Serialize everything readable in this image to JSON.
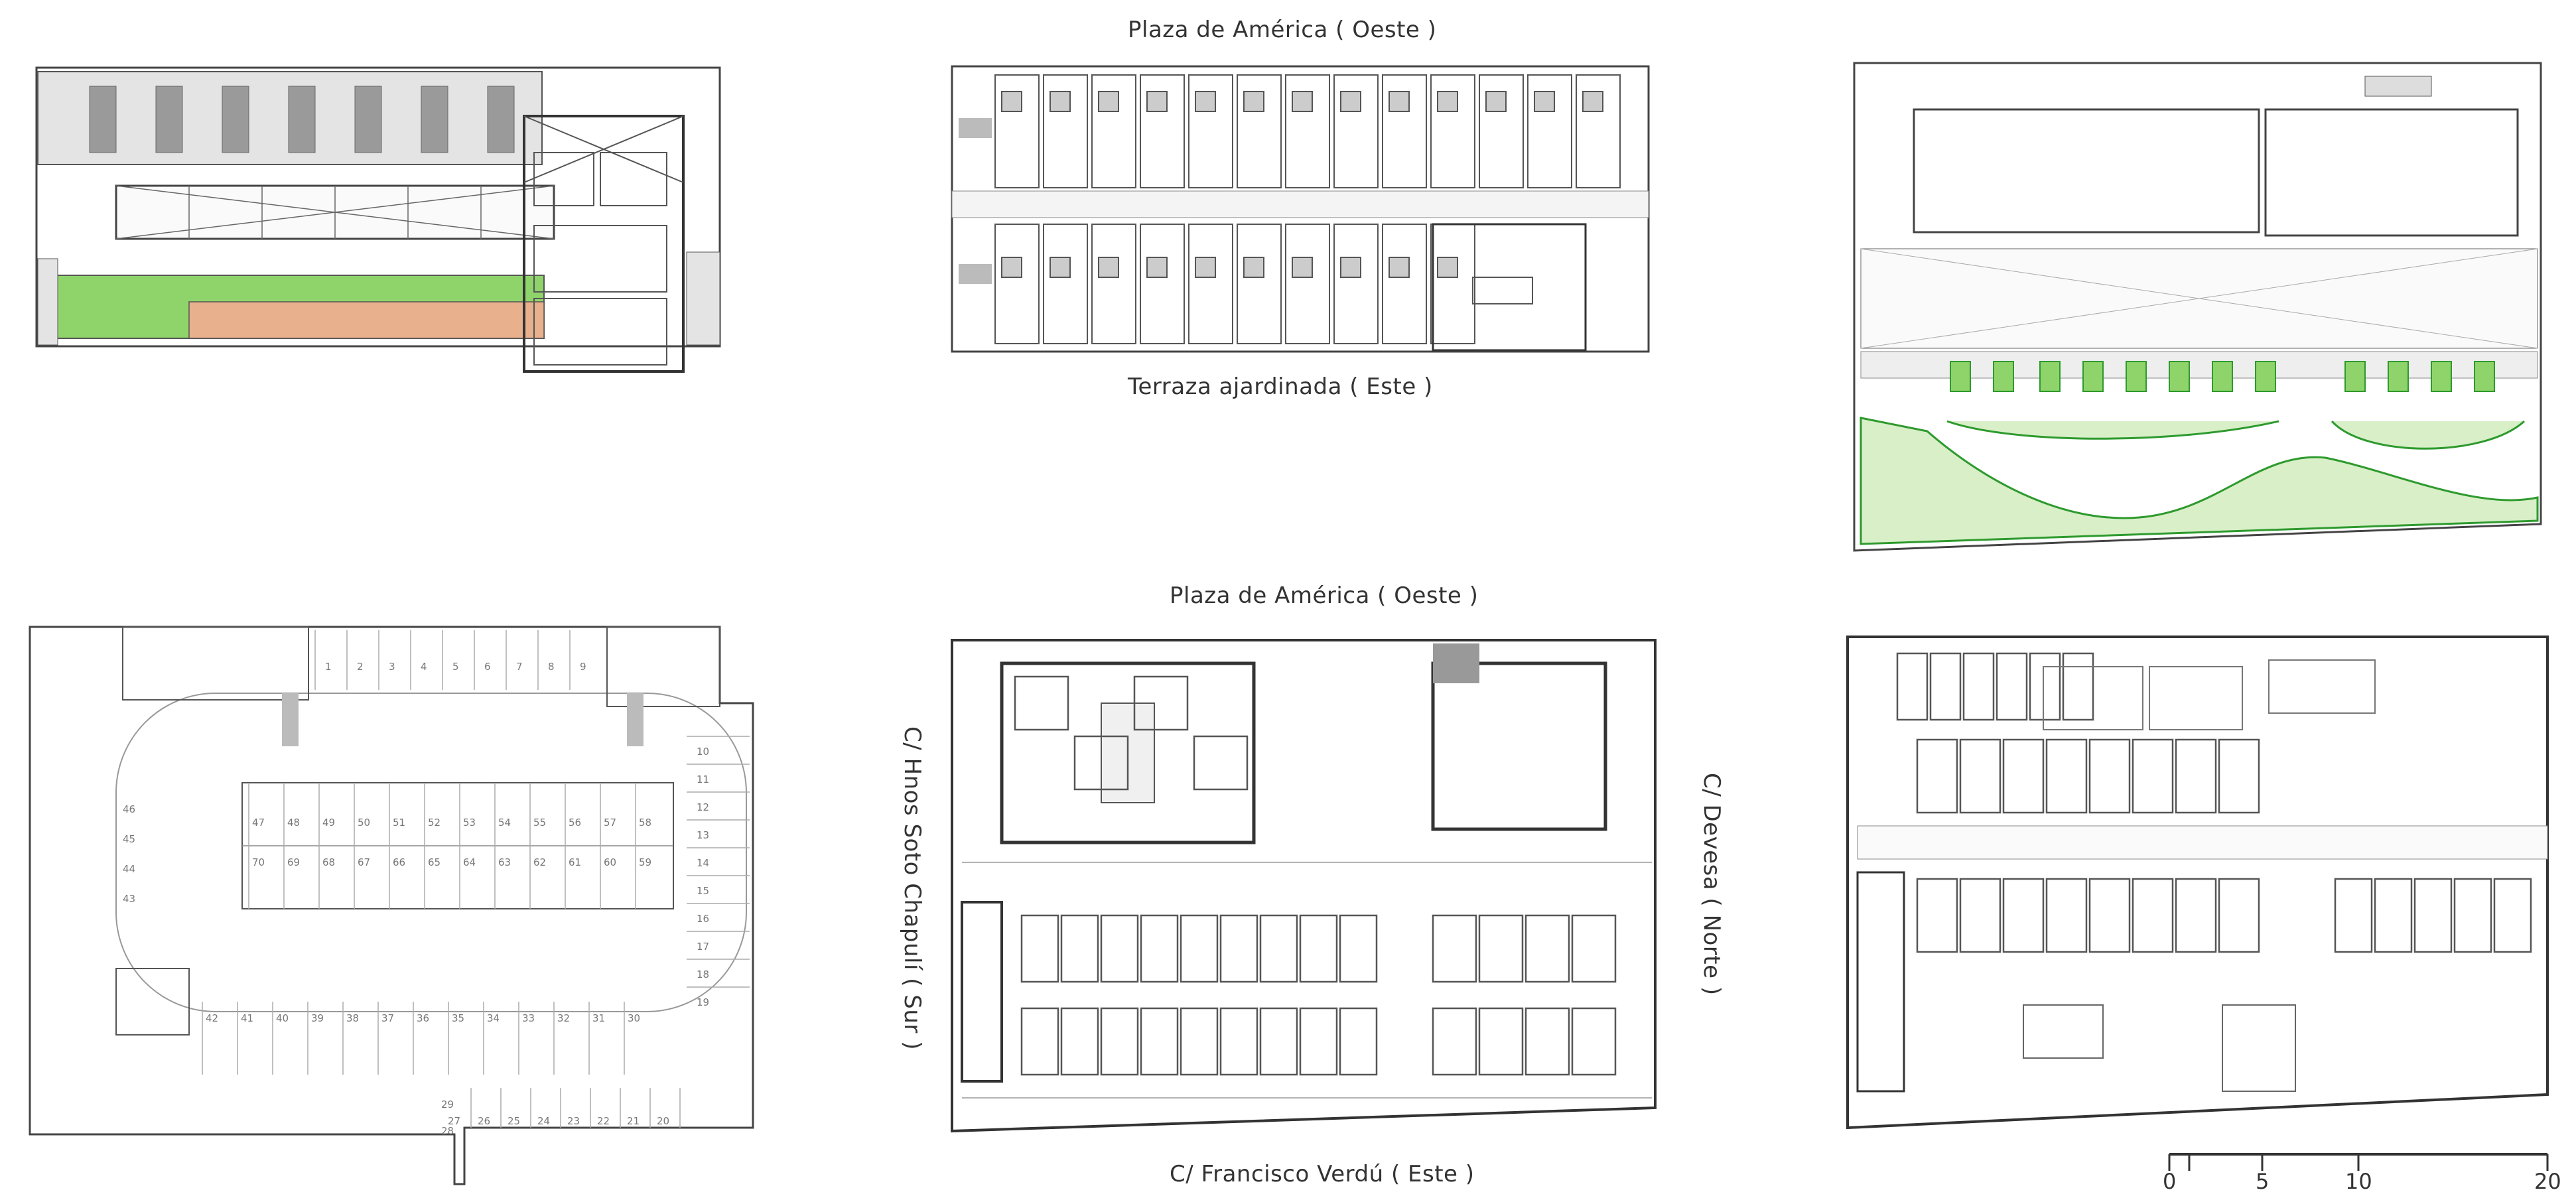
{
  "labels": {
    "top_mid_north": "Plaza de América ( Oeste )",
    "top_mid_south": "Terraza ajardinada ( Este )",
    "bot_mid_north": "Plaza de América ( Oeste )",
    "bot_mid_west": "C/ Hnos Soto Chapulí ( Sur )",
    "bot_mid_east": "C/ Devesa ( Norte )",
    "bot_mid_south": "C/ Francisco Verdú ( Este )"
  },
  "parking": {
    "top_numbers": [
      "1",
      "2",
      "3",
      "4",
      "5",
      "6",
      "7",
      "8",
      "9"
    ],
    "right_numbers": [
      "10",
      "11",
      "12",
      "13",
      "14",
      "15",
      "16",
      "17",
      "18",
      "19"
    ],
    "bottom_numbers": [
      "20",
      "21",
      "22",
      "23",
      "24",
      "25",
      "26",
      "27"
    ],
    "left_numbers": [
      "43",
      "44",
      "45",
      "46"
    ],
    "island_top": [
      "47",
      "48",
      "49",
      "50",
      "51",
      "52",
      "53",
      "54",
      "55",
      "56",
      "57",
      "58"
    ],
    "island_bottom": [
      "70",
      "69",
      "68",
      "67",
      "66",
      "65",
      "64",
      "63",
      "62",
      "61",
      "60",
      "59"
    ],
    "lower_row": [
      "42",
      "41",
      "40",
      "39",
      "38",
      "37",
      "36",
      "35",
      "34",
      "33",
      "32",
      "31",
      "30"
    ],
    "extra": [
      "28",
      "29"
    ]
  },
  "scale_bar": {
    "ticks": [
      "0",
      "5",
      "10",
      "20"
    ]
  },
  "colors": {
    "grass": "#8fd46a",
    "terracotta": "#e8b08c",
    "plants": "#2e9a2e",
    "line": "#444444"
  }
}
